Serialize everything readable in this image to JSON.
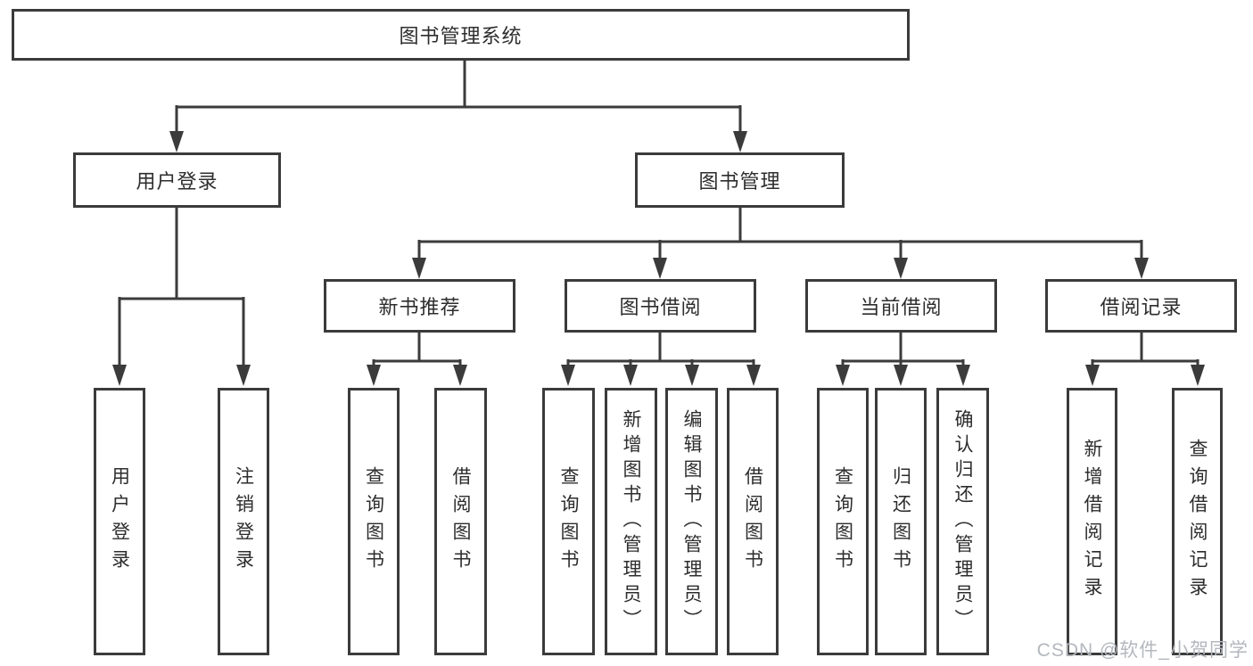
{
  "diagram": {
    "type": "hierarchy-tree",
    "root": {
      "label": "图书管理系统"
    },
    "level2": [
      {
        "id": "user-login",
        "label": "用户登录"
      },
      {
        "id": "book-management",
        "label": "图书管理"
      }
    ],
    "level3": [
      {
        "id": "new-book-recommend",
        "parent": "图书管理",
        "label": "新书推荐"
      },
      {
        "id": "book-borrow",
        "parent": "图书管理",
        "label": "图书借阅"
      },
      {
        "id": "current-borrow",
        "parent": "图书管理",
        "label": "当前借阅"
      },
      {
        "id": "borrow-record",
        "parent": "图书管理",
        "label": "借阅记录"
      }
    ],
    "leaves": [
      {
        "parent": "用户登录",
        "label": "用户登录"
      },
      {
        "parent": "用户登录",
        "label": "注销登录"
      },
      {
        "parent": "新书推荐",
        "label": "查询图书"
      },
      {
        "parent": "新书推荐",
        "label": "借阅图书"
      },
      {
        "parent": "图书借阅",
        "label": "查询图书"
      },
      {
        "parent": "图书借阅",
        "label": "新增图书（管理员）"
      },
      {
        "parent": "图书借阅",
        "label": "编辑图书（管理员）"
      },
      {
        "parent": "图书借阅",
        "label": "借阅图书"
      },
      {
        "parent": "当前借阅",
        "label": "查询图书"
      },
      {
        "parent": "当前借阅",
        "label": "归还图书"
      },
      {
        "parent": "当前借阅",
        "label": "确认归还（管理员）"
      },
      {
        "parent": "借阅记录",
        "label": "新增借阅记录"
      },
      {
        "parent": "借阅记录",
        "label": "查询借阅记录"
      }
    ]
  },
  "watermark": "CSDN @软件_小贺同学",
  "colors": {
    "line": "#3b3b3b",
    "text": "#2d2d2d",
    "watermark": "#b3b7bd",
    "background": "#ffffff"
  }
}
